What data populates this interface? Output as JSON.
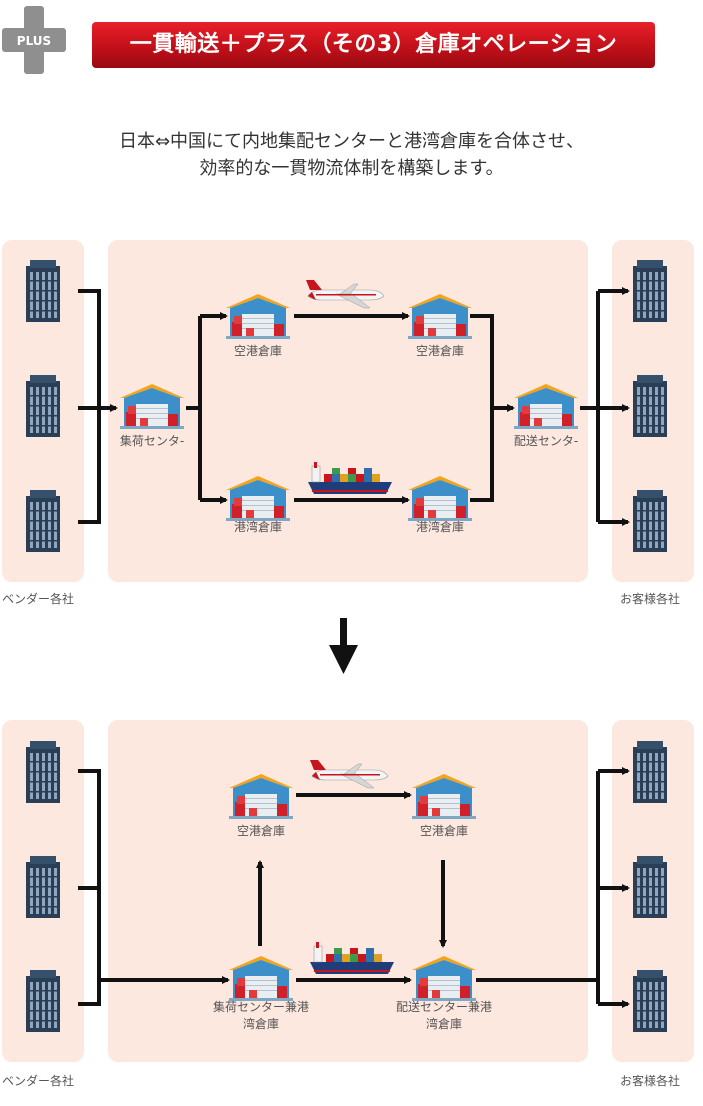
{
  "header": {
    "badge": "PLUS",
    "title": "一貫輸送＋プラス（その3）倉庫オペレーション"
  },
  "intro": {
    "line1": "日本⇔中国にて内地集配センターと港湾倉庫を合体させ、",
    "line2": "効率的な一貫物流体制を構築します。"
  },
  "diagram_top": {
    "vendors_label": "ベンダー各社",
    "customers_label": "お客様各社",
    "collection_center": "集荷センタ-",
    "airport_warehouse_left": "空港倉庫",
    "airport_warehouse_right": "空港倉庫",
    "port_warehouse_left": "港湾倉庫",
    "port_warehouse_right": "港湾倉庫",
    "delivery_center": "配送センタ-"
  },
  "diagram_bottom": {
    "vendors_label": "ベンダー各社",
    "customers_label": "お客様各社",
    "airport_warehouse_left": "空港倉庫",
    "airport_warehouse_right": "空港倉庫",
    "combined_left_line1": "集荷センター兼港",
    "combined_left_line2": "湾倉庫",
    "combined_right_line1": "配送センター兼港",
    "combined_right_line2": "湾倉庫"
  },
  "colors": {
    "title_red": "#c8141c",
    "panel_bg": "#fde8df",
    "building": "#2a3f55",
    "warehouse_roof": "#f2a51c",
    "warehouse_body": "#3d8fc9"
  }
}
